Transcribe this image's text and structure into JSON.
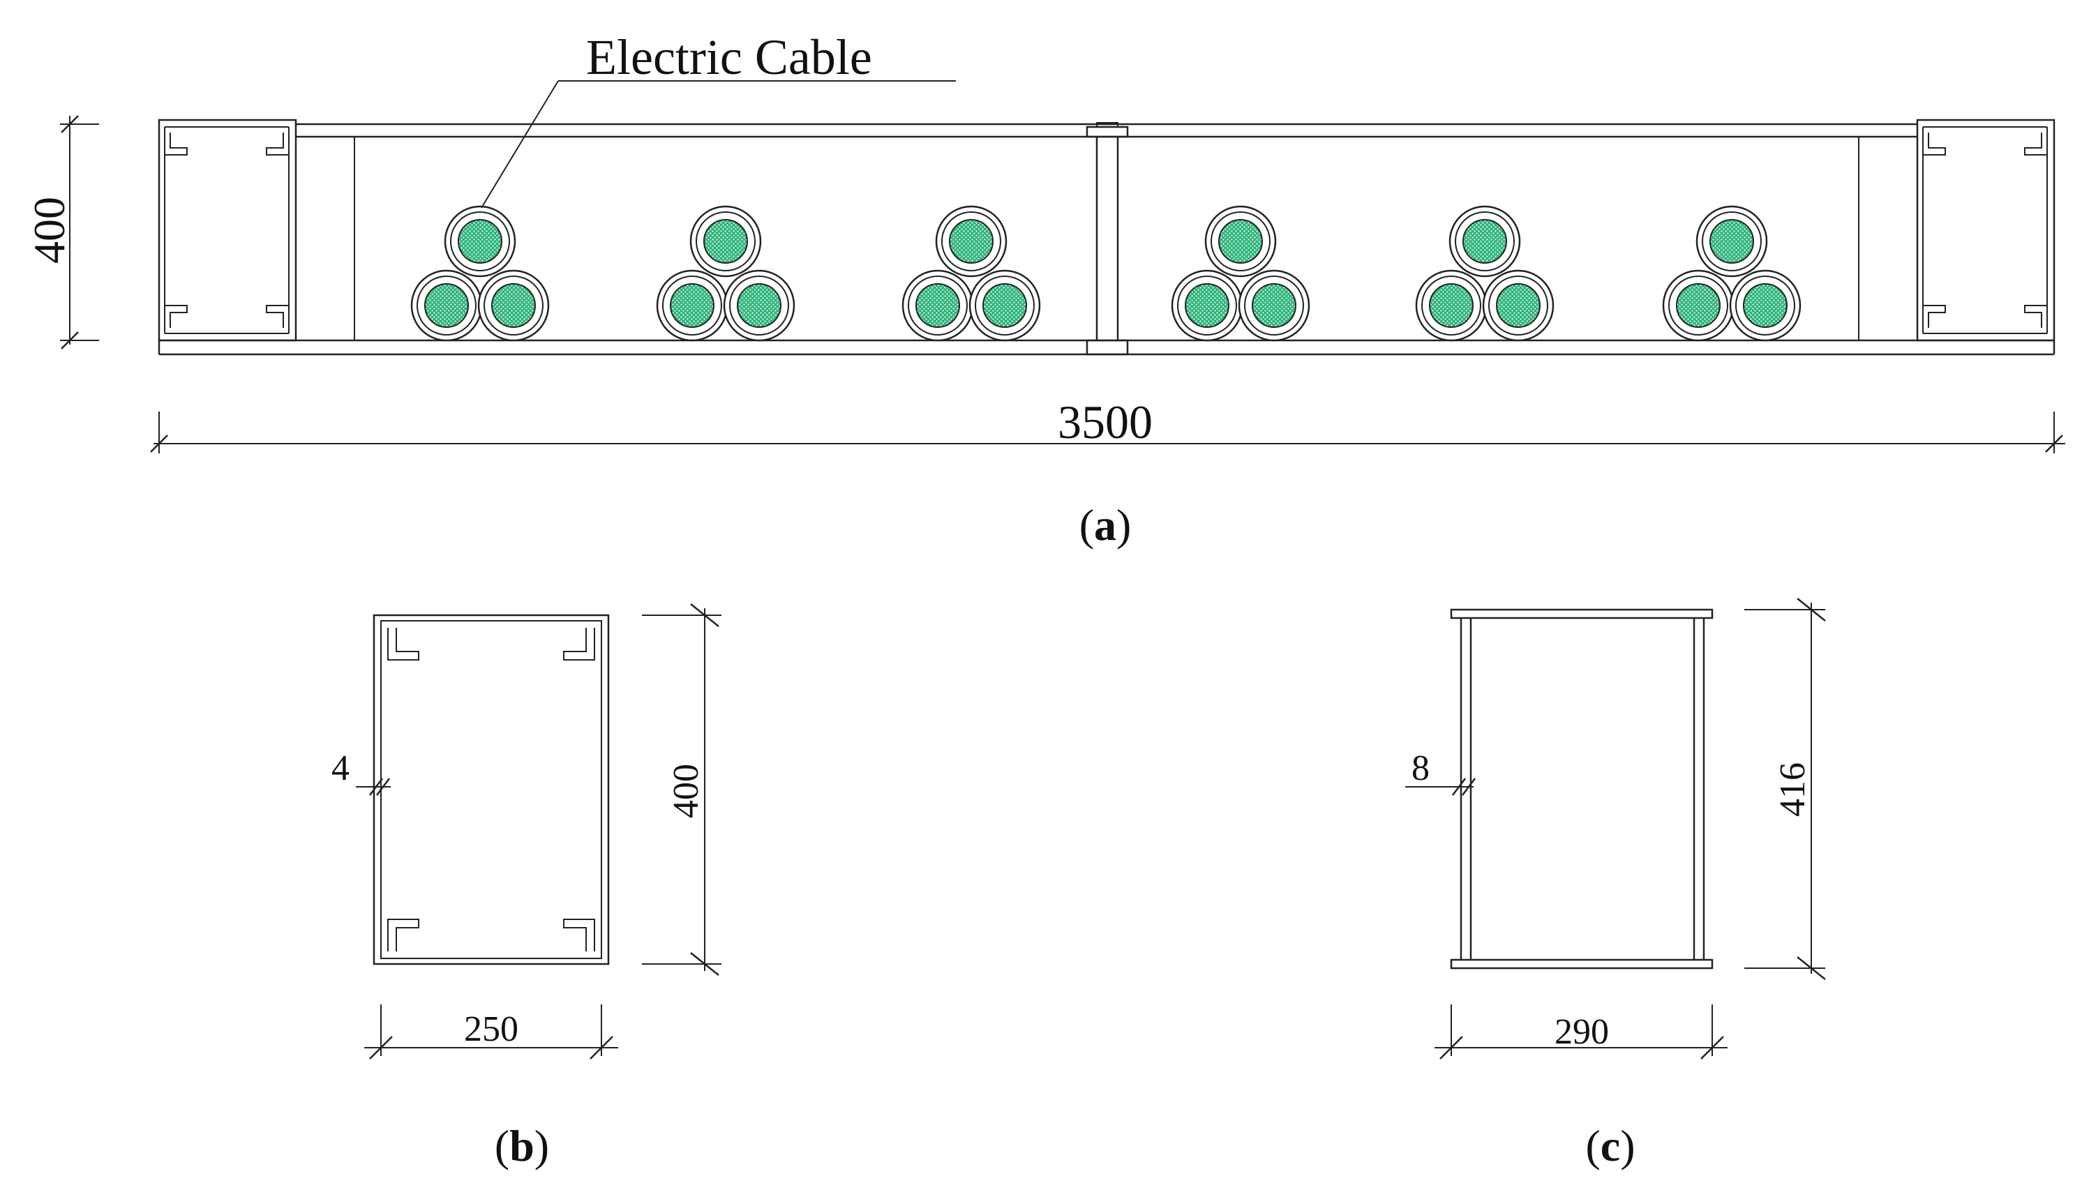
{
  "figure": {
    "panel_a": {
      "cable_label": "Electric Cable",
      "height_dim": "400",
      "length_dim": "3500",
      "cable_group_count": 6,
      "cable_fill_color": "#2fb37a",
      "caption_letter": "a"
    },
    "panel_b": {
      "thickness_dim": "4",
      "height_dim": "400",
      "width_dim": "250",
      "caption_letter": "b"
    },
    "panel_c": {
      "thickness_dim": "8",
      "height_dim": "416",
      "width_dim": "290",
      "caption_letter": "c"
    },
    "caption_open": "(",
    "caption_close": ")"
  }
}
